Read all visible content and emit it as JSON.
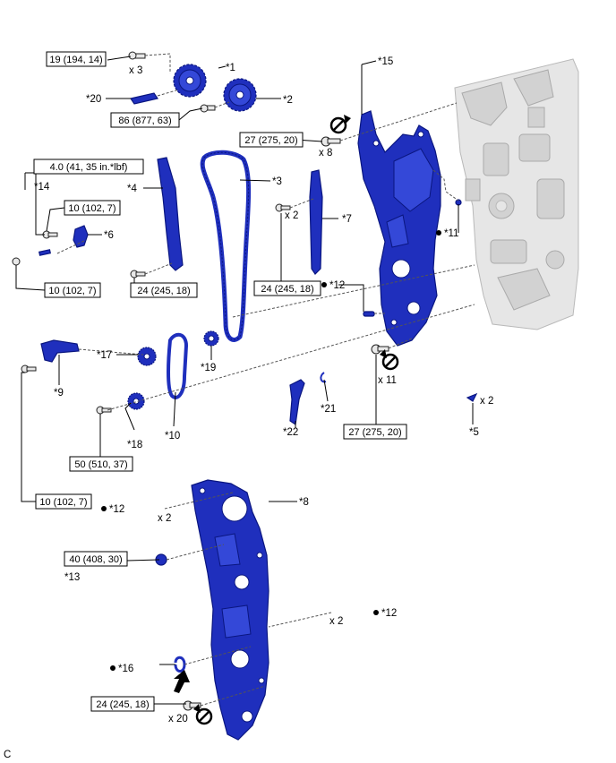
{
  "torque_specs": {
    "t1": "19 (194, 14)",
    "t2": "86 (877, 63)",
    "t3": "27 (275, 20)",
    "t4": "4.0 (41, 35 in.*lbf)",
    "t5": "10 (102, 7)",
    "t6": "10 (102, 7)",
    "t7": "24 (245, 18)",
    "t8": "24 (245, 18)",
    "t9": "27 (275, 20)",
    "t10": "50 (510, 37)",
    "t11": "10 (102, 7)",
    "t12": "40 (408, 30)",
    "t13": "24 (245, 18)"
  },
  "part_labels": {
    "p1": "*1",
    "p2": "*2",
    "p3": "*3",
    "p4": "*4",
    "p5": "*5",
    "p6": "*6",
    "p7": "*7",
    "p8": "*8",
    "p9": "*9",
    "p10": "*10",
    "p11": "*11",
    "p12a": "*12",
    "p12b": "*12",
    "p12c": "*12",
    "p13": "*13",
    "p14": "*14",
    "p15": "*15",
    "p16": "*16",
    "p17": "*17",
    "p18": "*18",
    "p19": "*19",
    "p20": "*20",
    "p21": "*21",
    "p22": "*22"
  },
  "quantities": {
    "q1": "x 3",
    "q2": "x 8",
    "q3": "x 2",
    "q4": "x 11",
    "q5": "x 2",
    "q6": "x 2",
    "q7": "x 2",
    "q8": "x 20"
  },
  "corner_code": "C",
  "colors": {
    "part_blue": "#1f2fbd",
    "engine_gray": "#e6e6e6"
  },
  "icons": [
    "no-reuse-icon",
    "apply-adhesive-dot-icon",
    "arrow-icon"
  ]
}
